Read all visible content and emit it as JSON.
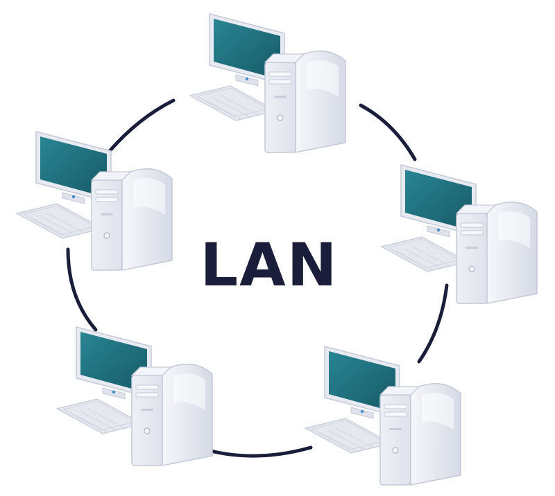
{
  "center_label": "LAN",
  "topology": "ring",
  "node_count": 5,
  "nodes": [
    {
      "id": "top",
      "icon": "desktop-computer-icon"
    },
    {
      "id": "upper-left",
      "icon": "desktop-computer-icon"
    },
    {
      "id": "upper-right",
      "icon": "desktop-computer-icon"
    },
    {
      "id": "lower-left",
      "icon": "desktop-computer-icon"
    },
    {
      "id": "lower-right",
      "icon": "desktop-computer-icon"
    }
  ],
  "colors": {
    "ring": "#1b1e3a",
    "label": "#1b1e3a",
    "screen": "#1f6f7f",
    "case": "#e9ebf3",
    "case_shade": "#d3d7e4"
  }
}
